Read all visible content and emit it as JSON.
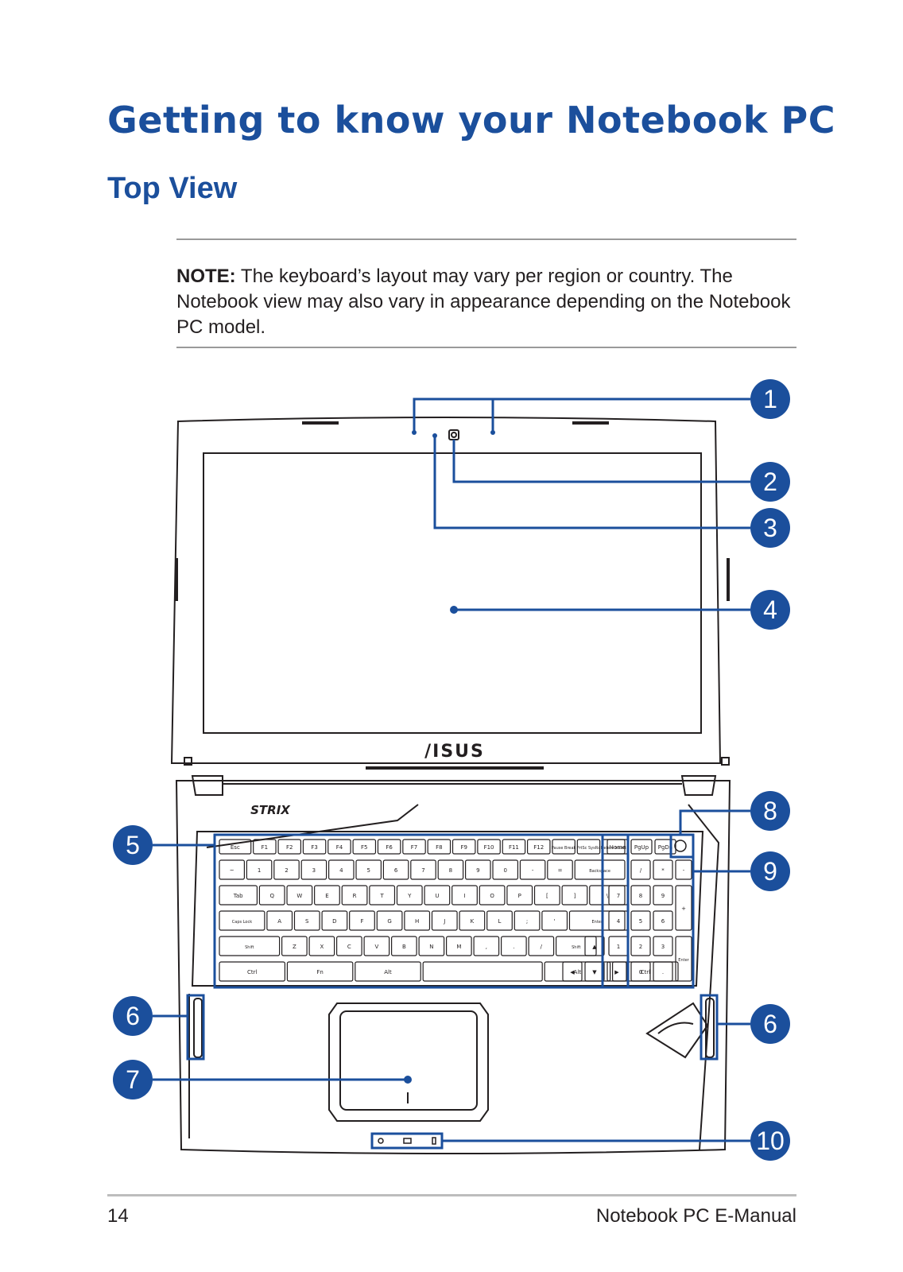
{
  "header": {
    "title": "Getting to know your Notebook PC",
    "section": "Top View"
  },
  "note": {
    "label": "NOTE:",
    "text": " The keyboard’s layout may vary per region or country. The Notebook view may also vary in appearance depending on the Notebook PC model."
  },
  "diagram": {
    "brand_logo": "/ISUS",
    "strix_logo": "STRIX",
    "callouts": [
      "1",
      "2",
      "3",
      "4",
      "5",
      "6",
      "6",
      "7",
      "8",
      "9",
      "10"
    ],
    "accent_color": "#1b4f9c",
    "outline_color": "#231f20",
    "keys": {
      "fn_row": [
        "Esc",
        "F1",
        "F2",
        "F3",
        "F4",
        "F5",
        "F6",
        "F7",
        "F8",
        "F9",
        "F10",
        "F11",
        "F12",
        "Pause Break",
        "PrtSc SysRq",
        "Delete Insert"
      ],
      "num_row": [
        "~",
        "1",
        "2",
        "3",
        "4",
        "5",
        "6",
        "7",
        "8",
        "9",
        "0",
        "-",
        "=",
        "Backspace"
      ],
      "top_row": [
        "Tab",
        "Q",
        "W",
        "E",
        "R",
        "T",
        "Y",
        "U",
        "I",
        "O",
        "P",
        "[",
        "]",
        "\\"
      ],
      "home_row": [
        "Caps Lock",
        "A",
        "S",
        "D",
        "F",
        "G",
        "H",
        "J",
        "K",
        "L",
        ";",
        "'",
        "Enter"
      ],
      "bottom_row": [
        "Shift",
        "Z",
        "X",
        "C",
        "V",
        "B",
        "N",
        "M",
        ",",
        ".",
        "/",
        "Shift"
      ],
      "space_row": [
        "Ctrl",
        "Fn",
        "Alt",
        "Alt",
        "Ctrl"
      ],
      "nav": [
        "Home",
        "PgUp",
        "PgDn"
      ],
      "numpad": [
        "/",
        "*",
        "-",
        "7",
        "8",
        "9",
        "+",
        "4",
        "5",
        "6",
        "1",
        "2",
        "3",
        "Enter",
        "0",
        "."
      ]
    }
  },
  "footer": {
    "page_number": "14",
    "manual_name": "Notebook PC E-Manual"
  }
}
